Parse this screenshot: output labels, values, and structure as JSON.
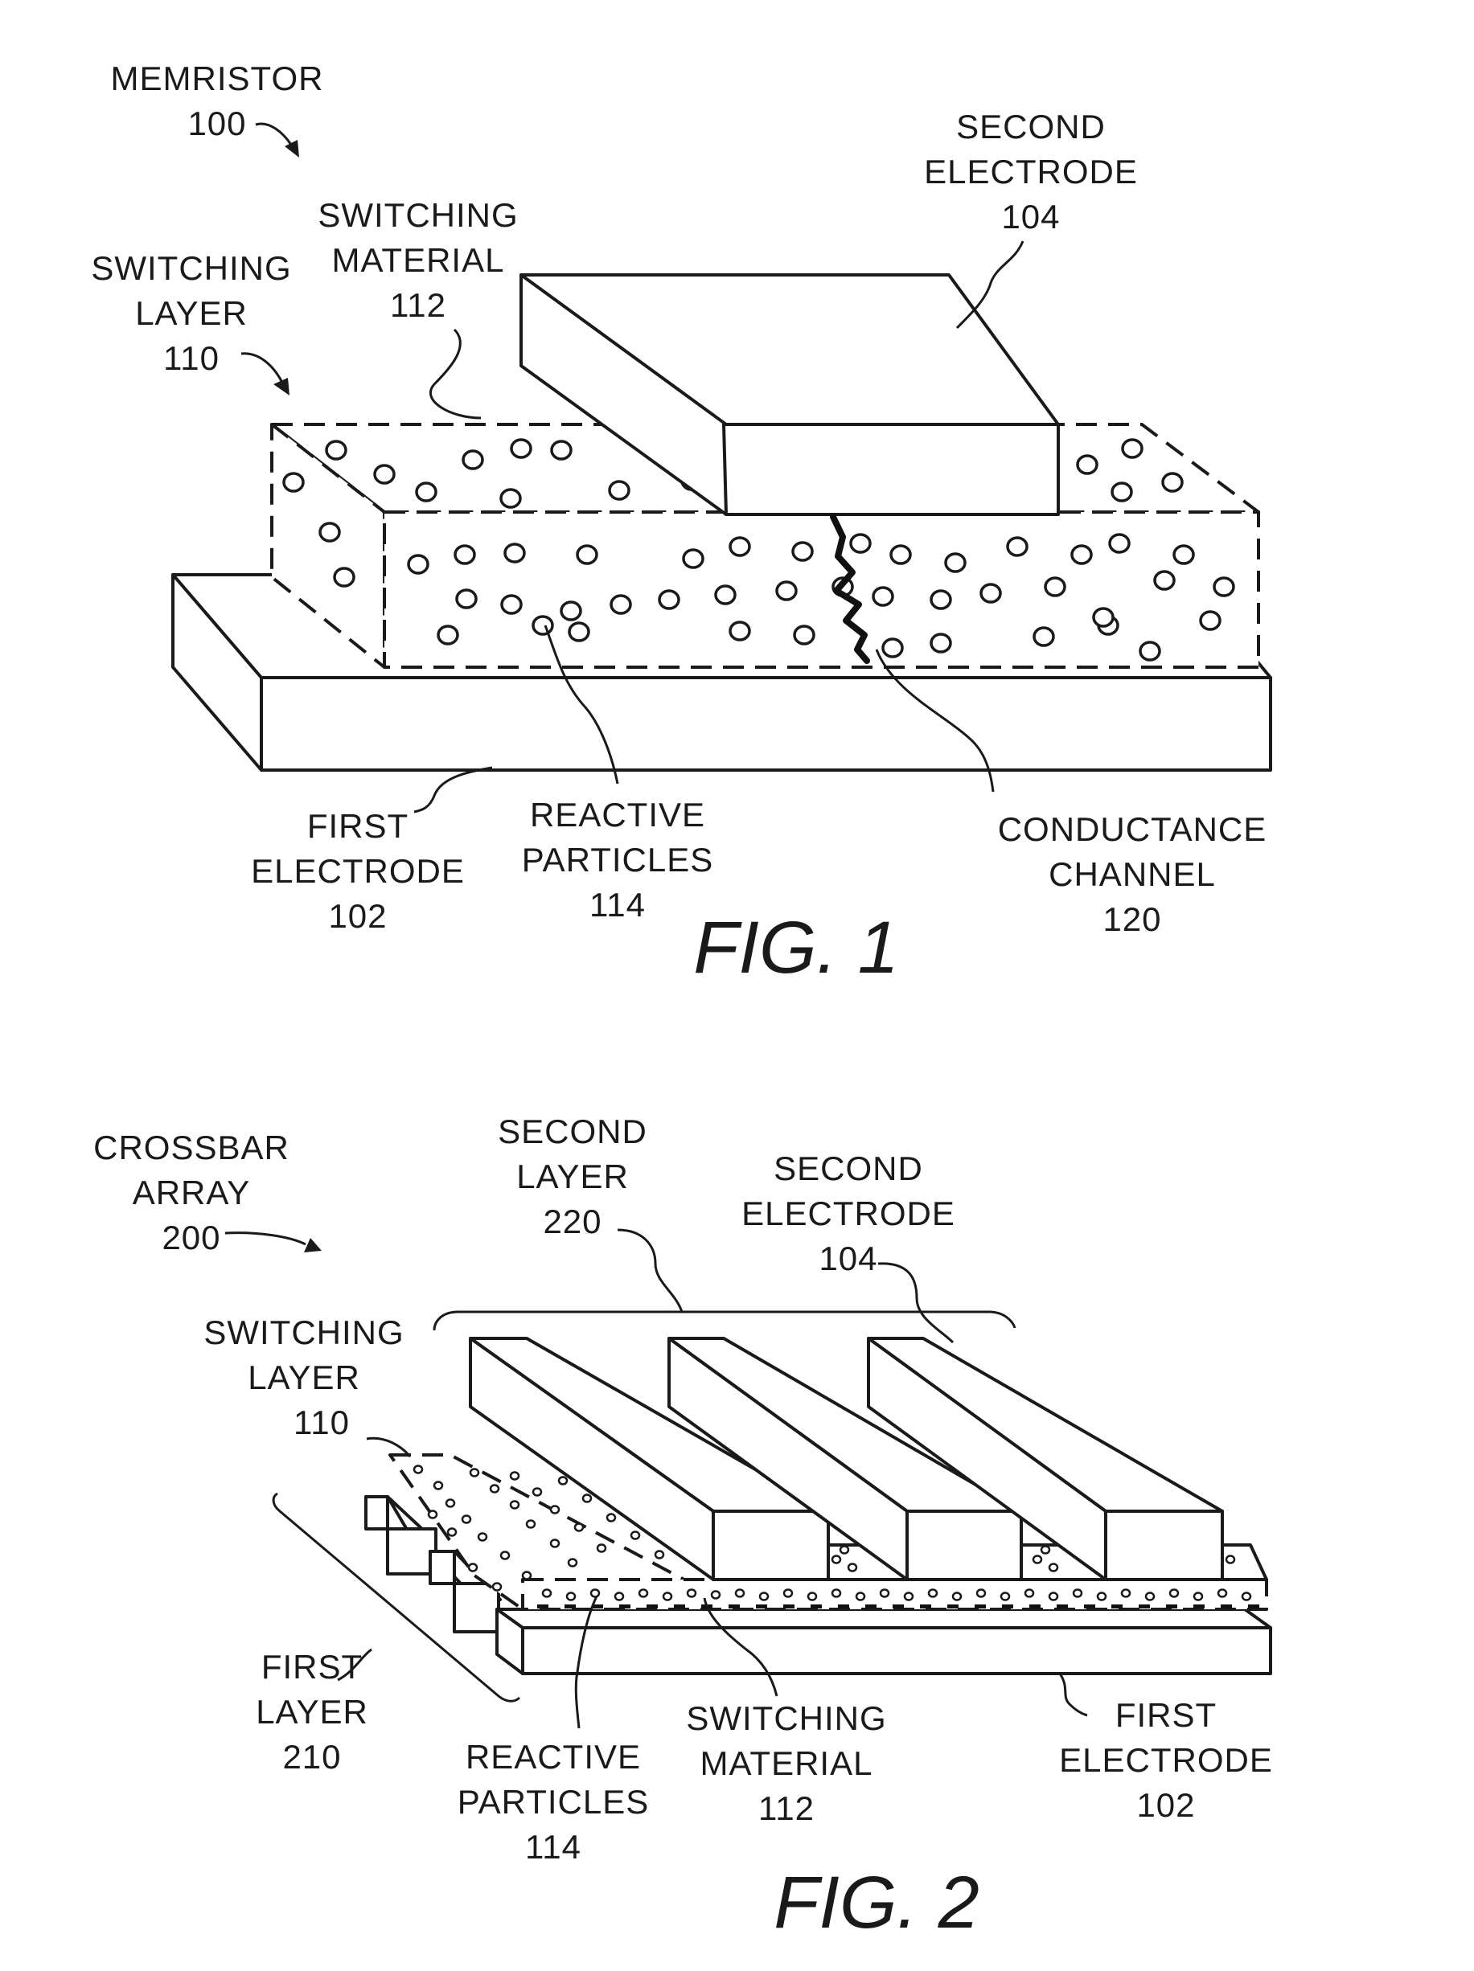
{
  "fig1": {
    "caption": "FIG. 1",
    "memristor": {
      "name": "MEMRISTOR",
      "ref": "100"
    },
    "second_electrode": {
      "line1": "SECOND",
      "line2": "ELECTRODE",
      "ref": "104"
    },
    "switching_material": {
      "line1": "SWITCHING",
      "line2": "MATERIAL",
      "ref": "112"
    },
    "switching_layer": {
      "line1": "SWITCHING",
      "line2": "LAYER",
      "ref": "110"
    },
    "first_electrode": {
      "line1": "FIRST",
      "line2": "ELECTRODE",
      "ref": "102"
    },
    "reactive_particles": {
      "line1": "REACTIVE",
      "line2": "PARTICLES",
      "ref": "114"
    },
    "conductance_channel": {
      "line1": "CONDUCTANCE",
      "line2": "CHANNEL",
      "ref": "120"
    }
  },
  "fig2": {
    "caption": "FIG. 2",
    "crossbar_array": {
      "line1": "CROSSBAR",
      "line2": "ARRAY",
      "ref": "200"
    },
    "second_layer": {
      "line1": "SECOND",
      "line2": "LAYER",
      "ref": "220"
    },
    "second_electrode": {
      "line1": "SECOND",
      "line2": "ELECTRODE",
      "ref": "104"
    },
    "switching_layer": {
      "line1": "SWITCHING",
      "line2": "LAYER",
      "ref": "110"
    },
    "first_layer": {
      "line1": "FIRST",
      "line2": "LAYER",
      "ref": "210"
    },
    "reactive_particles": {
      "line1": "REACTIVE",
      "line2": "PARTICLES",
      "ref": "114"
    },
    "switching_material": {
      "line1": "SWITCHING",
      "line2": "MATERIAL",
      "ref": "112"
    },
    "first_electrode": {
      "line1": "FIRST",
      "line2": "ELECTRODE",
      "ref": "102"
    }
  }
}
